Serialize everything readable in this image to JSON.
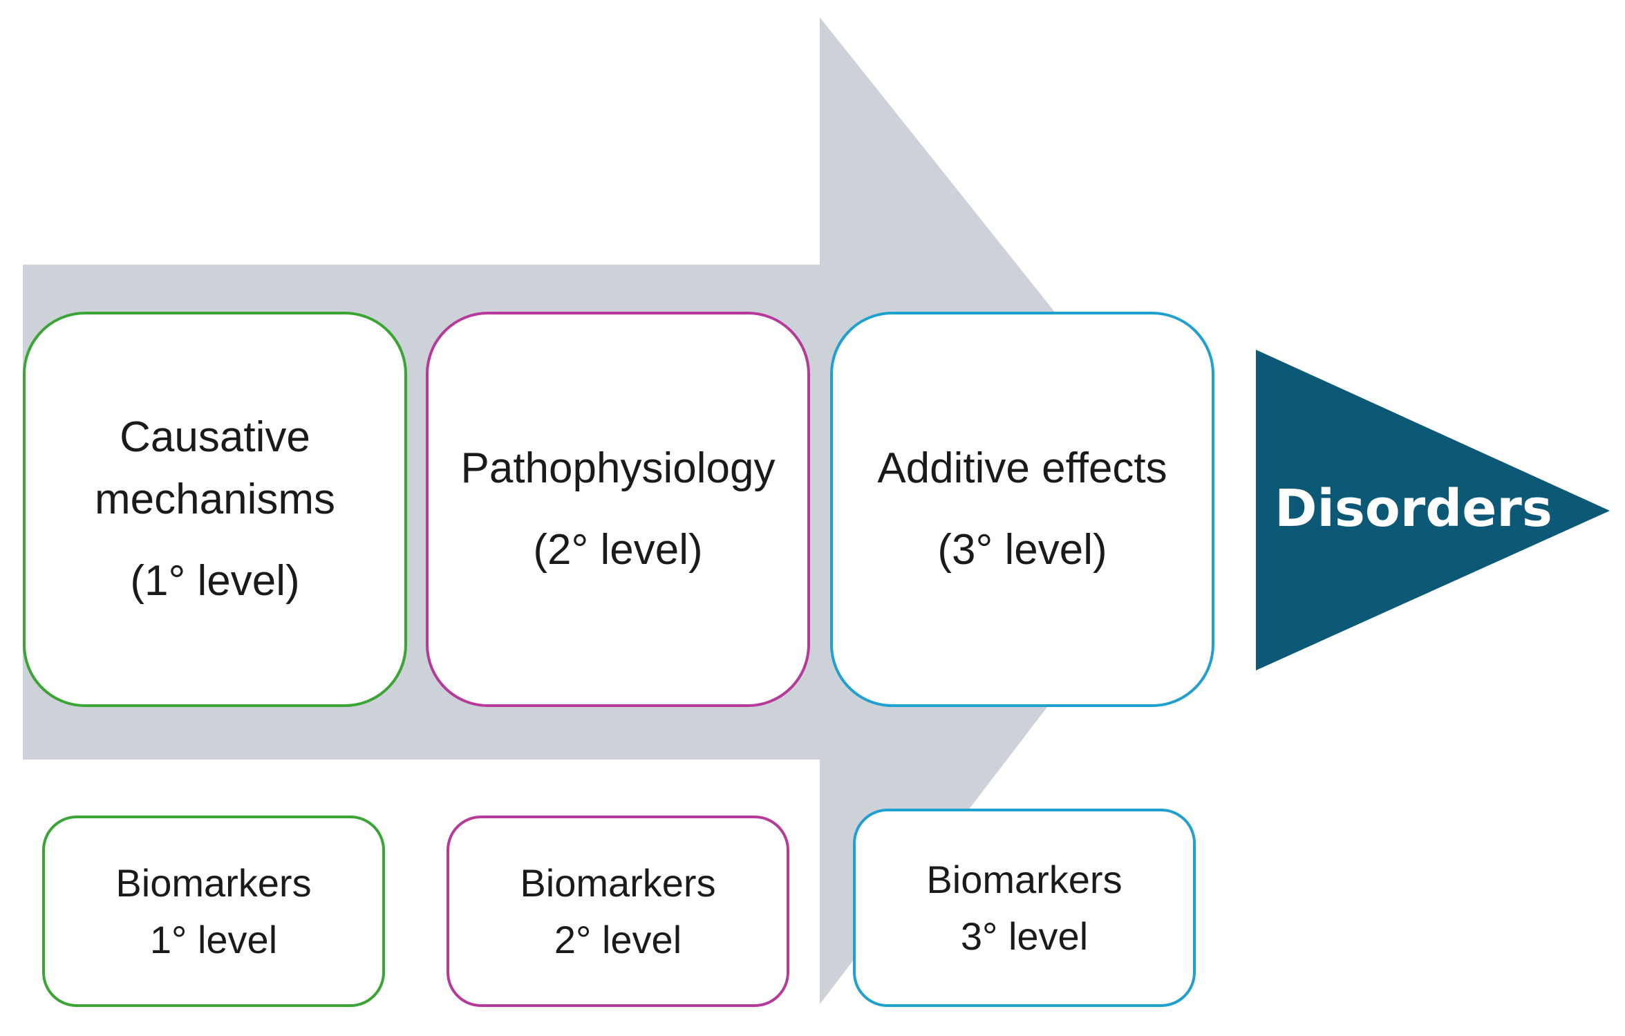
{
  "colors": {
    "background_arrow": "#ccd2d8",
    "primary_level": "#3aa535",
    "secondary_level": "#b63a9a",
    "tertiary_level": "#1fa0cf",
    "disorders_arrow": "#0b5877",
    "disorders_text": "#ffffff"
  },
  "stages": [
    {
      "title_lines": [
        "Causative",
        "mechanisms"
      ],
      "level": "(1° level)"
    },
    {
      "title_lines": [
        "Pathophysiology"
      ],
      "level": "(2° level)"
    },
    {
      "title_lines": [
        "Additive effects"
      ],
      "level": "(3° level)"
    }
  ],
  "biomarkers": [
    {
      "label": "Biomarkers",
      "level": "1° level"
    },
    {
      "label": "Biomarkers",
      "level": "2° level"
    },
    {
      "label": "Biomarkers",
      "level": "3° level"
    }
  ],
  "outcome": {
    "label": "Disorders"
  }
}
